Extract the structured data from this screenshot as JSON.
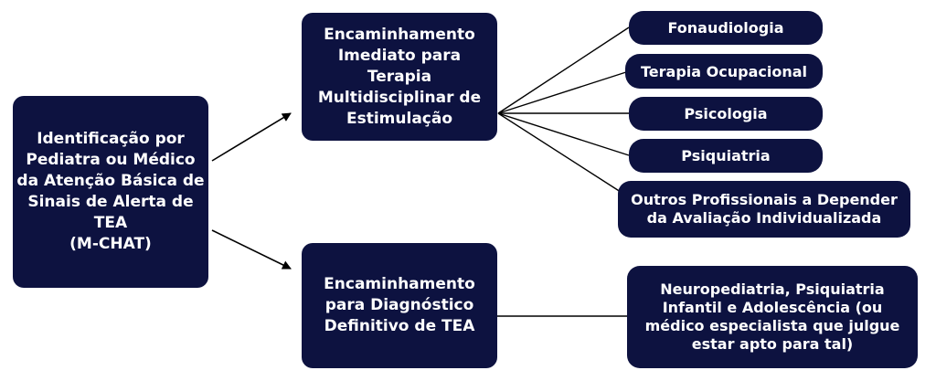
{
  "colors": {
    "box_fill": "#0d1240",
    "box_text": "#ffffff",
    "line": "#000000",
    "background": "#ffffff"
  },
  "nodes": {
    "identification": "Identificação por\nPediatra ou Médico\nda Atenção Básica de\nSinais de Alerta de\nTEA\n(M-CHAT)",
    "immediate_referral": "Encaminhamento\nImediato para\nTerapia\nMultidisciplinar de\nEstimulação",
    "diagnostic_referral": "Encaminhamento\npara Diagnóstico\nDefinitivo de TEA",
    "therapies": [
      "Fonaudiologia",
      "Terapia Ocupacional",
      "Psicologia",
      "Psiquiatria",
      "Outros Profissionais a Depender\nda Avaliação Individualizada"
    ],
    "specialist": "Neuropediatria, Psiquiatria\nInfantil e Adolescência (ou\nmédico especialista que julgue\nestar apto para tal)"
  }
}
